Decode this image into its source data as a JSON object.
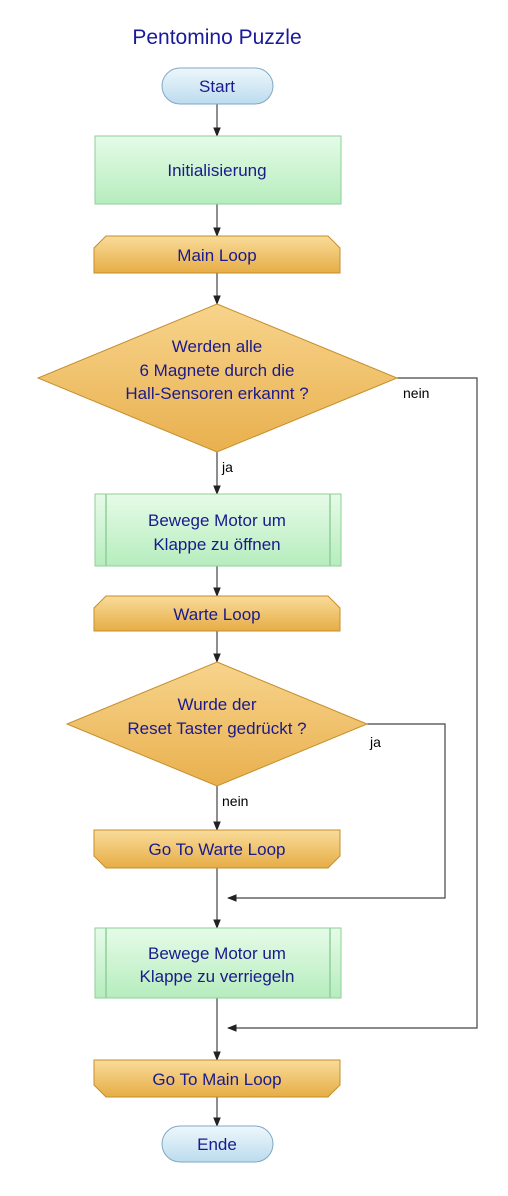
{
  "title": "Pentomino Puzzle",
  "nodes": {
    "start": "Start",
    "init": "Initialisierung",
    "main_loop": "Main Loop",
    "decision1": [
      "Werden alle",
      "6 Magnete durch die",
      "Hall-Sensoren erkannt ?"
    ],
    "open": [
      "Bewege Motor um",
      "Klappe zu öffnen"
    ],
    "wait_loop": "Warte Loop",
    "decision2": [
      "Wurde der",
      "Reset Taster gedrückt ?"
    ],
    "goto_wait": "Go To Warte Loop",
    "lock": [
      "Bewege Motor um",
      "Klappe zu verriegeln"
    ],
    "goto_main": "Go To Main Loop",
    "end": "Ende"
  },
  "edges": {
    "d1_yes": "ja",
    "d1_no": "nein",
    "d2_yes": "ja",
    "d2_no": "nein"
  },
  "colors": {
    "terminal": "#d4e9f5",
    "process": "#c9f2cf",
    "loop": "#eebd58",
    "decision": "#eebd58",
    "text": "#1a1a8c"
  }
}
